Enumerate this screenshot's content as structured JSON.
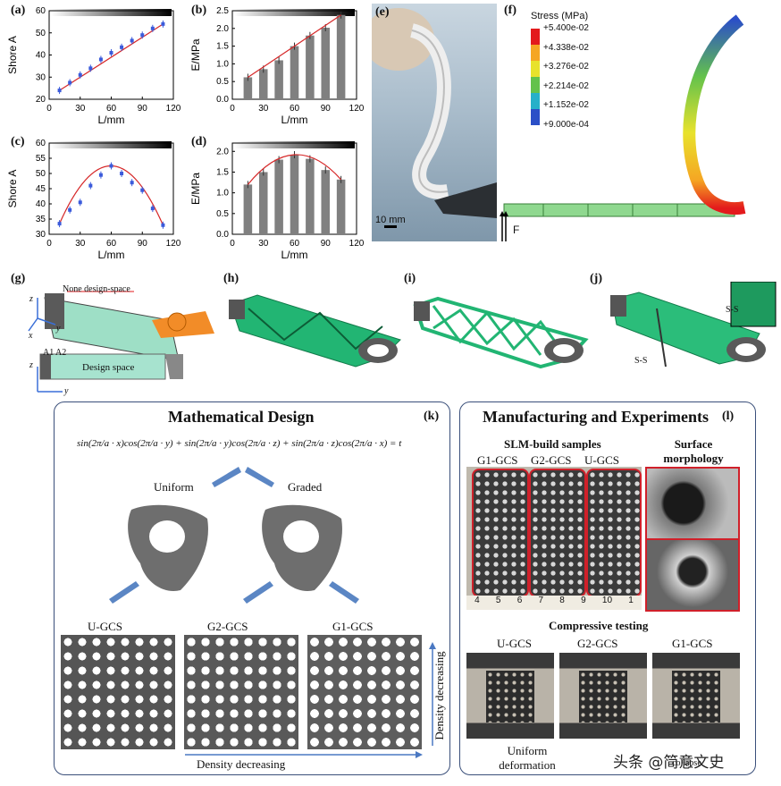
{
  "panels": {
    "a": "(a)",
    "b": "(b)",
    "c": "(c)",
    "d": "(d)",
    "e": "(e)",
    "f": "(f)",
    "g": "(g)",
    "h": "(h)",
    "i": "(i)",
    "j": "(j)",
    "k": "(k)",
    "l": "(l)"
  },
  "chart_data": [
    {
      "id": "a",
      "type": "scatter",
      "xlabel": "L/mm",
      "ylabel": "Shore A",
      "xlim": [
        0,
        120
      ],
      "ylim": [
        20,
        60
      ],
      "xticks": [
        "0",
        "30",
        "60",
        "90",
        "120"
      ],
      "yticks": [
        "20",
        "30",
        "40",
        "50",
        "60"
      ],
      "x": [
        10,
        20,
        30,
        40,
        50,
        60,
        70,
        80,
        90,
        100,
        110
      ],
      "y": [
        24,
        27.5,
        31,
        34,
        38,
        41,
        43.5,
        46.5,
        49,
        52,
        54
      ],
      "fit": "linear",
      "fit_color": "#d62728",
      "marker_color": "#3b5bdb"
    },
    {
      "id": "b",
      "type": "bar",
      "xlabel": "L/mm",
      "ylabel": "E/MPa",
      "xlim": [
        0,
        120
      ],
      "ylim": [
        0,
        2.5
      ],
      "xticks": [
        "0",
        "30",
        "60",
        "90",
        "120"
      ],
      "yticks": [
        "0.0",
        "0.5",
        "1.0",
        "1.5",
        "2.0",
        "2.5"
      ],
      "x": [
        15,
        30,
        45,
        60,
        75,
        90,
        105
      ],
      "values": [
        0.62,
        0.85,
        1.1,
        1.5,
        1.8,
        2.02,
        2.38
      ],
      "fit": "line",
      "fit_color": "#d62728",
      "bar_color": "#808080"
    },
    {
      "id": "c",
      "type": "scatter",
      "xlabel": "L/mm",
      "ylabel": "Shore A",
      "xlim": [
        0,
        120
      ],
      "ylim": [
        30,
        60
      ],
      "xticks": [
        "0",
        "30",
        "60",
        "90",
        "120"
      ],
      "yticks": [
        "30",
        "35",
        "40",
        "45",
        "50",
        "55",
        "60"
      ],
      "x": [
        10,
        20,
        30,
        40,
        50,
        60,
        70,
        80,
        90,
        100,
        110
      ],
      "y": [
        33.5,
        38,
        40.5,
        46,
        49.5,
        52.5,
        50,
        47,
        44.5,
        38.5,
        33
      ],
      "fit": "parabola",
      "fit_color": "#d62728",
      "marker_color": "#3b5bdb"
    },
    {
      "id": "d",
      "type": "bar",
      "xlabel": "L/mm",
      "ylabel": "E/MPa",
      "xlim": [
        0,
        120
      ],
      "ylim": [
        0,
        2.2
      ],
      "xticks": [
        "0",
        "30",
        "60",
        "90",
        "120"
      ],
      "yticks": [
        "0.0",
        "0.5",
        "1.0",
        "1.5",
        "2.0"
      ],
      "x": [
        15,
        30,
        45,
        60,
        75,
        90,
        105
      ],
      "values": [
        1.2,
        1.5,
        1.8,
        1.92,
        1.82,
        1.55,
        1.32
      ],
      "fit": "parabola",
      "fit_color": "#d62728",
      "bar_color": "#808080"
    }
  ],
  "e": {
    "scale": "10 mm"
  },
  "f": {
    "legend_title": "Stress (MPa)",
    "legend_values": [
      "+5.400e-02",
      "+4.338e-02",
      "+3.276e-02",
      "+2.214e-02",
      "+1.152e-02",
      "+9.000e-04"
    ],
    "legend_colors": [
      "#e31a1c",
      "#f5a623",
      "#e8e22c",
      "#63c24c",
      "#27b0c9",
      "#2b4fc7"
    ],
    "force": "F"
  },
  "g": {
    "none_design": "None design-space",
    "design": "Design space",
    "a1": "A1",
    "a2": "A2",
    "z": "z",
    "x": "x",
    "y": "y"
  },
  "j": {
    "ss1": "S-S",
    "ss2": "S-S"
  },
  "k": {
    "title": "Mathematical Design",
    "equation": "sin(2π/a · x)cos(2π/a · y) + sin(2π/a · y)cos(2π/a · z) + sin(2π/a · z)cos(2π/a · x) = t",
    "uniform": "Uniform",
    "graded": "Graded",
    "ugcs": "U-GCS",
    "g2gcs": "G2-GCS",
    "g1gcs": "G1-GCS",
    "density_decreasing_h": "Density decreasing",
    "density_decreasing_v": "Density decreasing"
  },
  "l": {
    "title": "Manufacturing and Experiments",
    "slm": "SLM-build samples",
    "surface": "Surface morphology",
    "g1": "G1-GCS",
    "g2": "G2-GCS",
    "u": "U-GCS",
    "compressive": "Compressive testing",
    "cu": "U-GCS",
    "cg2": "G2-GCS",
    "cg1": "G1-GCS",
    "uniform_def": "Uniform deformation",
    "collapse": "collapse",
    "ruler": [
      "4",
      "5",
      "6",
      "7",
      "8",
      "9",
      "10",
      "1"
    ]
  },
  "watermark": "头条 @简意文史"
}
